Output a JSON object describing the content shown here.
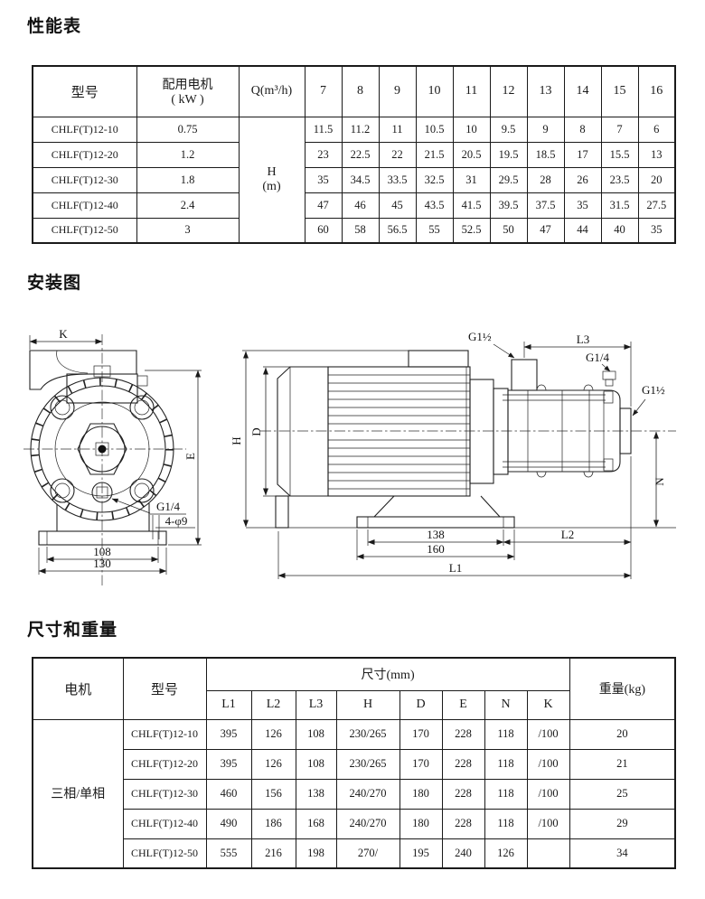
{
  "titles": {
    "performance": "性能表",
    "installation": "安装图",
    "dimensions": "尺寸和重量"
  },
  "performance": {
    "col_model": "型号",
    "col_motor_l1": "配用电机",
    "col_motor_l2": "( kW )",
    "col_q": "Q(m³/h)",
    "flow": [
      "7",
      "8",
      "9",
      "10",
      "11",
      "12",
      "13",
      "14",
      "15",
      "16"
    ],
    "h_label": "H",
    "h_unit": "(m)",
    "rows": [
      {
        "model": "CHLF(T)12-10",
        "power": "0.75",
        "values": [
          "11.5",
          "11.2",
          "11",
          "10.5",
          "10",
          "9.5",
          "9",
          "8",
          "7",
          "6"
        ]
      },
      {
        "model": "CHLF(T)12-20",
        "power": "1.2",
        "values": [
          "23",
          "22.5",
          "22",
          "21.5",
          "20.5",
          "19.5",
          "18.5",
          "17",
          "15.5",
          "13"
        ]
      },
      {
        "model": "CHLF(T)12-30",
        "power": "1.8",
        "values": [
          "35",
          "34.5",
          "33.5",
          "32.5",
          "31",
          "29.5",
          "28",
          "26",
          "23.5",
          "20"
        ]
      },
      {
        "model": "CHLF(T)12-40",
        "power": "2.4",
        "values": [
          "47",
          "46",
          "45",
          "43.5",
          "41.5",
          "39.5",
          "37.5",
          "35",
          "31.5",
          "27.5"
        ]
      },
      {
        "model": "CHLF(T)12-50",
        "power": "3",
        "values": [
          "60",
          "58",
          "56.5",
          "55",
          "52.5",
          "50",
          "47",
          "44",
          "40",
          "35"
        ]
      }
    ]
  },
  "diagram": {
    "k": "K",
    "e": "E",
    "g14_front": "G1/4",
    "holes": "4-φ9",
    "dim_108": "108",
    "dim_130": "130",
    "h": "H",
    "d": "D",
    "g112_top": "G1½",
    "l3": "L3",
    "g14_side": "G1/4",
    "g112_side": "G1½",
    "n": "N",
    "dim_138": "138",
    "dim_160": "160",
    "l2": "L2",
    "l1": "L1"
  },
  "dimensions": {
    "col_motor": "电机",
    "col_model": "型号",
    "col_size": "尺寸(mm)",
    "col_weight": "重量(kg)",
    "sub": [
      "L1",
      "L2",
      "L3",
      "H",
      "D",
      "E",
      "N",
      "K"
    ],
    "motor_value": "三相/单相",
    "rows": [
      {
        "model": "CHLF(T)12-10",
        "dims": [
          "395",
          "126",
          "108",
          "230/265",
          "170",
          "228",
          "118",
          "/100"
        ],
        "weight": "20"
      },
      {
        "model": "CHLF(T)12-20",
        "dims": [
          "395",
          "126",
          "108",
          "230/265",
          "170",
          "228",
          "118",
          "/100"
        ],
        "weight": "21"
      },
      {
        "model": "CHLF(T)12-30",
        "dims": [
          "460",
          "156",
          "138",
          "240/270",
          "180",
          "228",
          "118",
          "/100"
        ],
        "weight": "25"
      },
      {
        "model": "CHLF(T)12-40",
        "dims": [
          "490",
          "186",
          "168",
          "240/270",
          "180",
          "228",
          "118",
          "/100"
        ],
        "weight": "29"
      },
      {
        "model": "CHLF(T)12-50",
        "dims": [
          "555",
          "216",
          "198",
          "270/",
          "195",
          "240",
          "126",
          ""
        ],
        "weight": "34"
      }
    ]
  }
}
